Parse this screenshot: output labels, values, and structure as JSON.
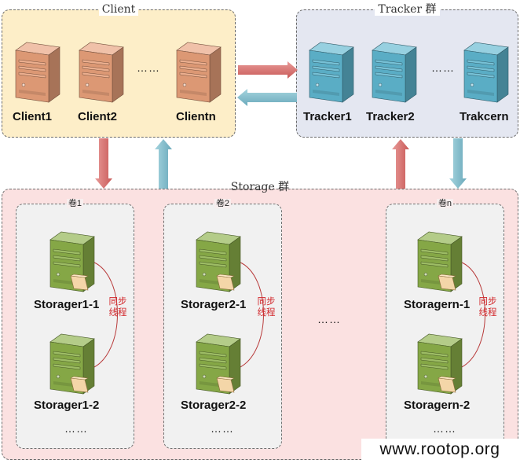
{
  "groups": {
    "client": "Client",
    "tracker": "Tracker 群",
    "storage": "Storage 群"
  },
  "clients": {
    "c1": "Client1",
    "c2": "Client2",
    "cn": "Clientn",
    "dots": "……"
  },
  "trackers": {
    "t1": "Tracker1",
    "t2": "Tracker2",
    "tn": "Trakcern",
    "dots": "……"
  },
  "volumes": {
    "v1": {
      "title": "卷1",
      "s1": "Storager1-1",
      "s2": "Storager1-2",
      "dots": "……"
    },
    "v2": {
      "title": "卷2",
      "s1": "Storager2-1",
      "s2": "Storager2-2",
      "dots": "……"
    },
    "vn": {
      "title": "卷n",
      "s1": "Storagern-1",
      "s2": "Storagern-2",
      "dots": "……"
    }
  },
  "sync_label_line1": "同步",
  "sync_label_line2": "线程",
  "middle_dots": "……",
  "watermark": "www.rootop.org",
  "colors": {
    "client_server": "#e8a07a",
    "tracker_server": "#5fb6cf",
    "storage_server": "#8cb04a",
    "arrow_red": "#d9716f",
    "arrow_blue": "#82bfcf"
  }
}
